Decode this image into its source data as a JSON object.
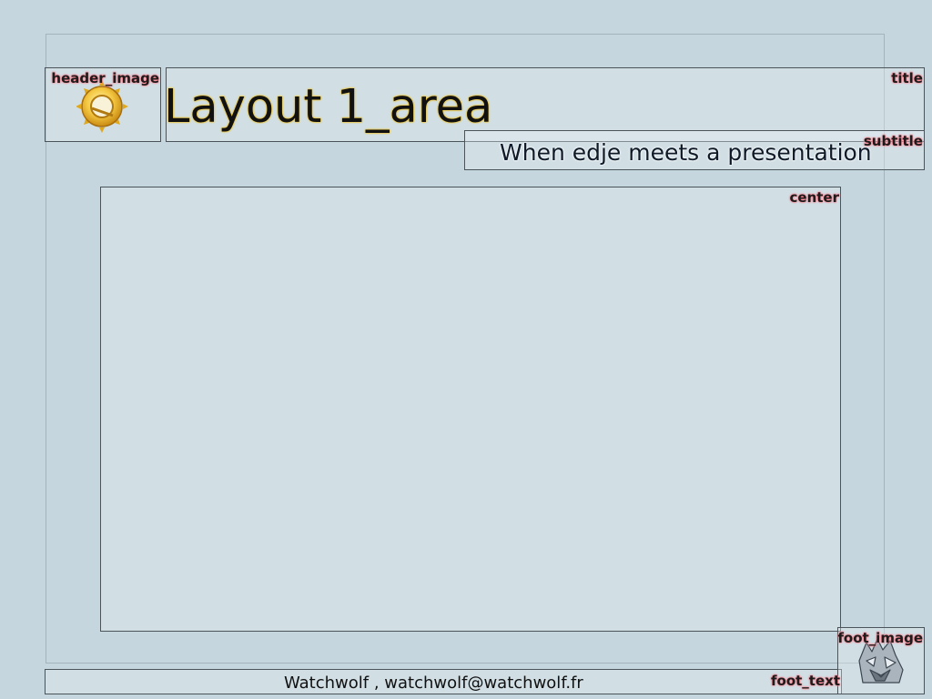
{
  "title": "Layout 1_area",
  "subtitle": "When edje meets a presentation",
  "foot_text": "Watchwolf , watchwolf@watchwolf.fr",
  "area_labels": {
    "header_image": "header_image",
    "title": "title",
    "subtitle": "subtitle",
    "center": "center",
    "foot_image": "foot_image",
    "foot_text": "foot_text"
  },
  "icons": {
    "header_image": "sun-ring-logo-icon",
    "foot_image": "wolf-head-logo-icon"
  },
  "colors": {
    "background": "#c5d6de",
    "area_border": "#4a5459",
    "label_glow": "#ff7f8c",
    "title_glow": "#f0c020"
  }
}
